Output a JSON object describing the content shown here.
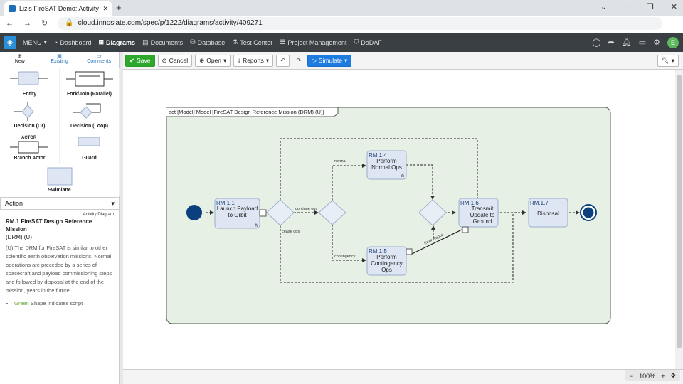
{
  "browser": {
    "tab_title": "Liz's FireSAT Demo: Activity Diagr",
    "url": "cloud.innoslate.com/spec/p/1222/diagrams/activity/409271"
  },
  "appnav": {
    "menu": "MENU",
    "items": [
      "Dashboard",
      "Diagrams",
      "Documents",
      "Database",
      "Test Center",
      "Project Management",
      "DoDAF"
    ],
    "avatar": "E"
  },
  "lefttabs": [
    "New",
    "Existing",
    "Comments"
  ],
  "palette": [
    "Entity",
    "Fork/Join (Parallel)",
    "Decision (Or)",
    "Decision (Loop)",
    "Branch Actor",
    "Guard",
    "Swimlane"
  ],
  "palette_actor_label": "ACTOR",
  "action_select": "Action",
  "description": {
    "type": "Activity Diagram",
    "title": "RM.1 FireSAT Design Reference Mission",
    "name": "(DRM) (U)",
    "body": "(U) The DRM for FireSAT is similar to other scientific earth observation missions. Normal operations are preceded by a series of spacecraft and payload commissioning steps and followed by disposal at the end of the mission, years in the future.",
    "bullet_green": "Green",
    "bullet_rest": " Shape indicates script"
  },
  "toolbar": {
    "save": "Save",
    "cancel": "Cancel",
    "open": "Open",
    "reports": "Reports",
    "simulate": "Simulate"
  },
  "diagram": {
    "frame_title": "act [Model] Model [FireSAT Design Reference Mission (DRM) (U)]",
    "nodes": [
      {
        "id": "RM.1.1",
        "label": "Launch Payload to Orbit"
      },
      {
        "id": "RM.1.4",
        "label": "Perform Normal Ops"
      },
      {
        "id": "RM.1.5",
        "label": "Perform Contingency Ops"
      },
      {
        "id": "RM.1.6",
        "label": "Transmit Update to Ground"
      },
      {
        "id": "RM.1.7",
        "label": "Disposal"
      }
    ],
    "edge_labels": [
      "continue ops",
      "cease ops",
      "normal",
      "contingency",
      "Error Report"
    ],
    "colors": {
      "frame_fill": "#e6f0e4",
      "node_fill": "#dde6f2",
      "node_stroke": "#9aaecd",
      "start": "#0b3f7d"
    }
  },
  "zoom": "100%"
}
